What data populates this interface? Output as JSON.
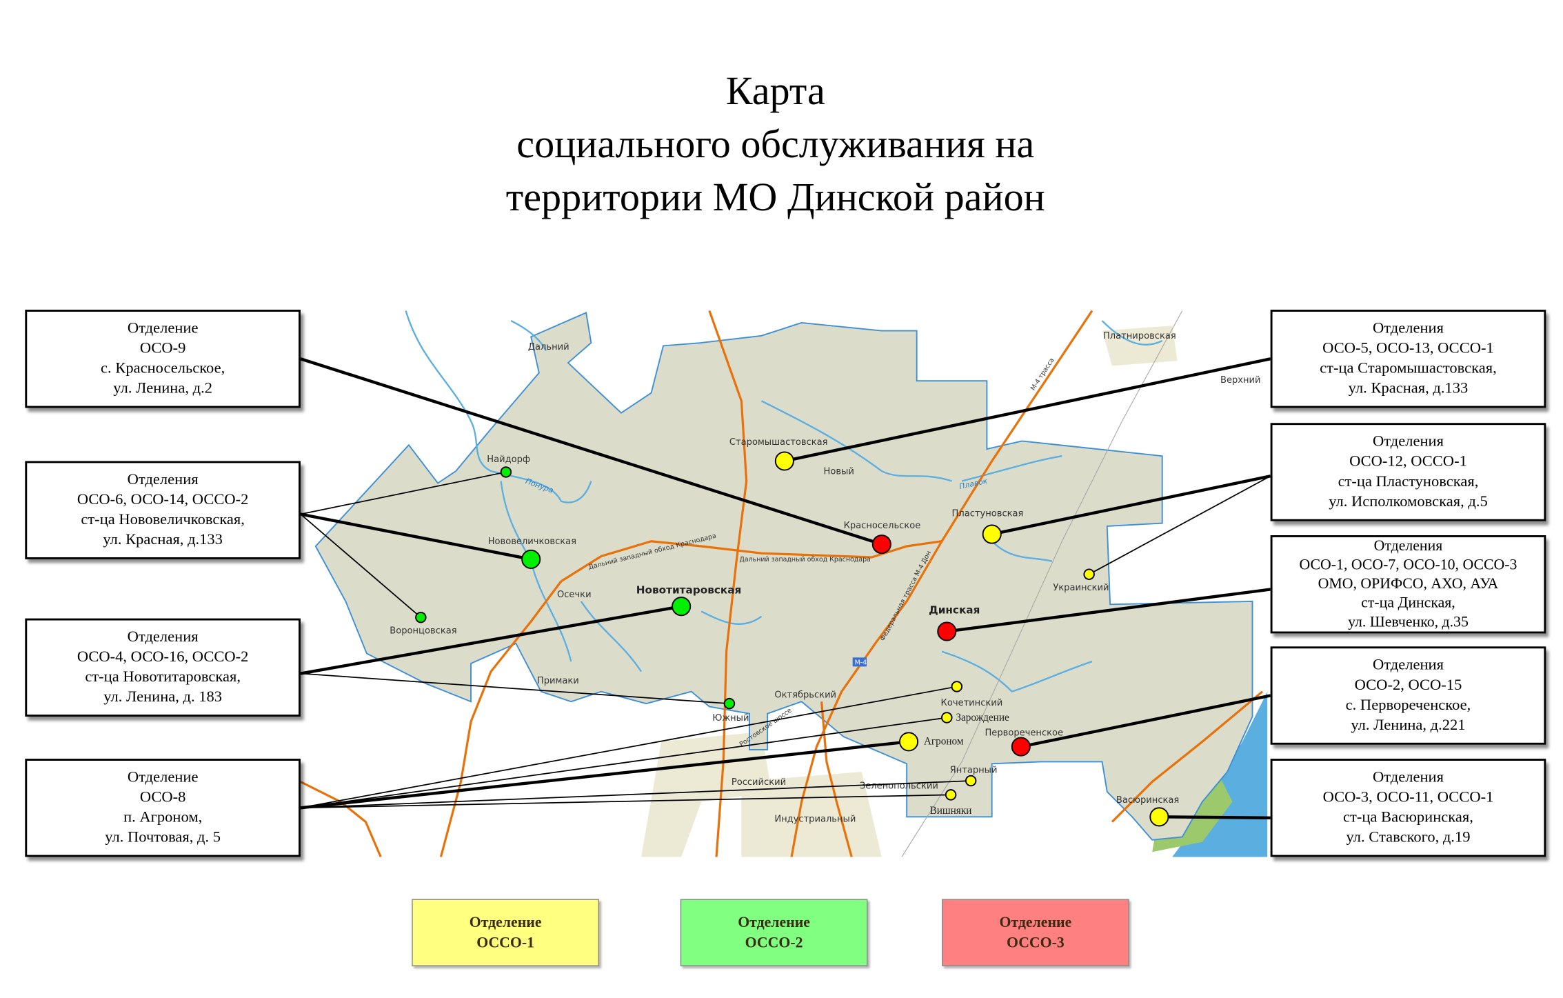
{
  "title": {
    "lines": [
      "Карта",
      "социального обслуживания на",
      "территории МО Динской район"
    ]
  },
  "colors": {
    "ossc1": "#ffff00",
    "ossc2": "#00ee00",
    "ossc3": "#ff0000",
    "district_fill": "#dcdccb",
    "border": "#3d8fd6",
    "road": "#e8710a",
    "water": "#5aaee0"
  },
  "boxes": {
    "left": [
      {
        "lines": [
          "Отделение",
          "ОСО-9",
          "с. Красносельское,",
          "ул. Ленина, д.2"
        ]
      },
      {
        "lines": [
          "Отделения",
          "ОСО-6, ОСО-14, ОССО-2",
          "ст-ца Нововеличковская,",
          "ул. Красная, д.133"
        ]
      },
      {
        "lines": [
          "Отделения",
          "ОСО-4, ОСО-16, ОССО-2",
          "ст-ца Новотитаровская,",
          "ул. Ленина, д. 183"
        ]
      },
      {
        "lines": [
          "Отделение",
          "ОСО-8",
          "п. Агроном,",
          "ул. Почтовая, д. 5"
        ]
      }
    ],
    "right": [
      {
        "lines": [
          "Отделения",
          "ОСО-5, ОСО-13, ОССО-1",
          "ст-ца Старомышастовская,",
          "ул. Красная, д.133"
        ]
      },
      {
        "lines": [
          "Отделения",
          "ОСО-12, ОССО-1",
          "ст-ца Пластуновская,",
          "ул. Исполкомовская, д.5"
        ]
      },
      {
        "lines": [
          "Отделения",
          "ОСО-1, ОСО-7, ОСО-10, ОССО-3",
          "ОМО, ОРИФСО, АХО, АУА",
          "ст-ца Динская,",
          "ул. Шевченко, д.35"
        ]
      },
      {
        "lines": [
          "Отделения",
          "ОСО-2, ОСО-15",
          "с. Первореченское,",
          "ул. Ленина, д.221"
        ]
      },
      {
        "lines": [
          "Отделения",
          "ОСО-3, ОСО-11, ОССО-1",
          "ст-ца Васюринская,",
          "ул. Ставского, д.19"
        ]
      }
    ]
  },
  "legend": [
    {
      "lines": [
        "Отделение",
        "ОССО-1"
      ],
      "color": "#ffff80"
    },
    {
      "lines": [
        "Отделение",
        "ОССО-2"
      ],
      "color": "#80ff80"
    },
    {
      "lines": [
        "Отделение",
        "ОССО-3"
      ],
      "color": "#ff8080"
    }
  ],
  "places": {
    "dalniy": "Дальний",
    "platnirovskaya": "Платнировская",
    "verkhniy": "Верхний",
    "staromyshastovskaya": "Старомышастовская",
    "noviy": "Новый",
    "naydorf": "Найдорф",
    "novovelichkovskaya": "Нововеличковская",
    "krasnoselskoe": "Красносельское",
    "plastunovskaya": "Пластуновская",
    "novotitarovskaya": "Новотитаровская",
    "osechki": "Осечки",
    "ukrainskiy": "Украинский",
    "dinskaya": "Динская",
    "vorontsovskaya": "Воронцовская",
    "primaki": "Примаки",
    "oktyabrskiy": "Октябрьский",
    "kochetinskiy": "Кочетинский",
    "yuzhniy": "Южный",
    "zarozhdenie": "Зарождение",
    "agronom": "Агроном",
    "pervorechenskoe": "Первореченское",
    "rossiyskiy": "Российский",
    "yantarniy": "Янтарный",
    "zelenopolskiy": "Зеленопольский",
    "vishnyaki": "Вишняки",
    "industrialniy": "Индустриальный",
    "vasyurinskaya": "Васюринская"
  },
  "rivers": {
    "ponura": "Понура",
    "plavok": "Плавок"
  },
  "roads": {
    "m4": "М-4",
    "m4_trassa": "М-4 трасса",
    "federal": "Федеральная трасса М-4 Дон",
    "bypass": "Дальний западный обход Краснодара",
    "bypass2": "Дальний западный обход Краснодара",
    "rostov": "Ростовское шоссе"
  },
  "markers": {
    "naydorf": "ossc2",
    "novovelichkovskaya": "ossc2",
    "vorontsovskaya": "ossc2",
    "novotitarovskaya": "ossc2",
    "yuzhniy": "ossc2",
    "staromyshastovskaya": "ossc1",
    "plastunovskaya": "ossc1",
    "ukrainskiy": "ossc1",
    "kochetinskiy": "ossc1",
    "zarozhdenie": "ossc1",
    "agronom": "ossc1",
    "yantarniy": "ossc1",
    "vishnyaki": "ossc1",
    "vasyurinskaya": "ossc1",
    "krasnoselskoe": "ossc3",
    "dinskaya": "ossc3",
    "pervorechenskoe": "ossc3"
  }
}
